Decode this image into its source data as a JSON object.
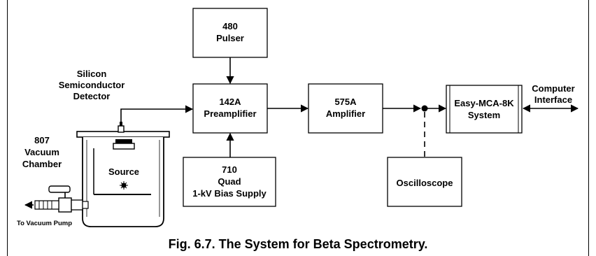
{
  "blocks": {
    "pulser": [
      "480",
      "Pulser"
    ],
    "preamp": [
      "142A",
      "Preamplifier"
    ],
    "bias": [
      "710",
      "Quad",
      "1-kV Bias Supply"
    ],
    "amplifier": [
      "575A",
      "Amplifier"
    ],
    "mca": [
      "Easy-MCA-8K",
      "System"
    ],
    "oscilloscope": [
      "Oscilloscope"
    ]
  },
  "labels": {
    "detector": [
      "Silicon",
      "Semiconductor",
      "Detector"
    ],
    "chamber": [
      "807",
      "Vacuum",
      "Chamber"
    ],
    "source": "Source",
    "computer": [
      "Computer",
      "Interface"
    ],
    "pump": "To Vacuum Pump"
  },
  "caption": "Fig. 6.7. The System for Beta Spectrometry."
}
